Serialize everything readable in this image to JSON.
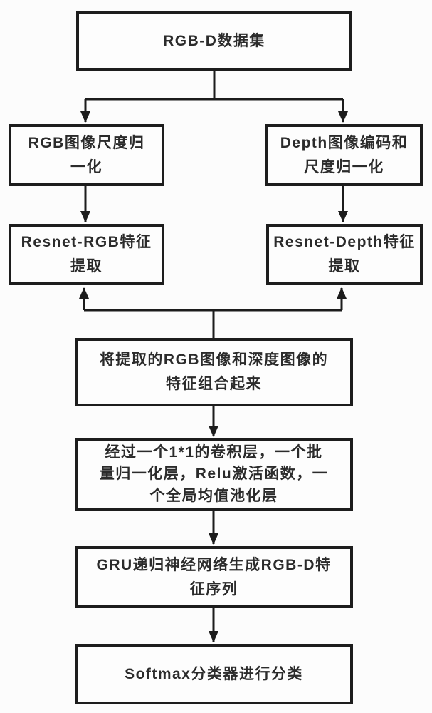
{
  "diagram": {
    "type": "flowchart",
    "description": "RGB-D recognition network pipeline flowchart (Chinese)",
    "line_color": "#1c1c1c",
    "box_fill": "#fdfdfd",
    "nodes": {
      "dataset": {
        "label": "RGB-D数据集"
      },
      "rgb_norm": {
        "label": "RGB图像尺度归\n一化"
      },
      "depth_encode": {
        "label": "Depth图像编码和\n尺度归一化"
      },
      "resnet_rgb": {
        "label": "Resnet-RGB特征\n提取"
      },
      "resnet_depth": {
        "label": "Resnet-Depth特征\n提取"
      },
      "merge": {
        "label": "将提取的RGB图像和深度图像的\n特征组合起来"
      },
      "conv": {
        "label": "经过一个1*1的卷积层，一个批\n量归一化层，Relu激活函数，一\n个全局均值池化层"
      },
      "gru": {
        "label": "GRU递归神经网络生成RGB-D特\n征序列"
      },
      "softmax": {
        "label": "Softmax分类器进行分类"
      }
    },
    "edges": [
      {
        "from": "dataset",
        "to": "rgb_norm",
        "arrow": "down"
      },
      {
        "from": "dataset",
        "to": "depth_encode",
        "arrow": "down"
      },
      {
        "from": "rgb_norm",
        "to": "resnet_rgb",
        "arrow": "down"
      },
      {
        "from": "depth_encode",
        "to": "resnet_depth",
        "arrow": "down"
      },
      {
        "from": "merge",
        "to": "resnet_rgb",
        "arrow": "up"
      },
      {
        "from": "merge",
        "to": "resnet_depth",
        "arrow": "up"
      },
      {
        "from": "merge",
        "to": "conv",
        "arrow": "down"
      },
      {
        "from": "conv",
        "to": "gru",
        "arrow": "down"
      },
      {
        "from": "gru",
        "to": "softmax",
        "arrow": "down"
      }
    ]
  }
}
